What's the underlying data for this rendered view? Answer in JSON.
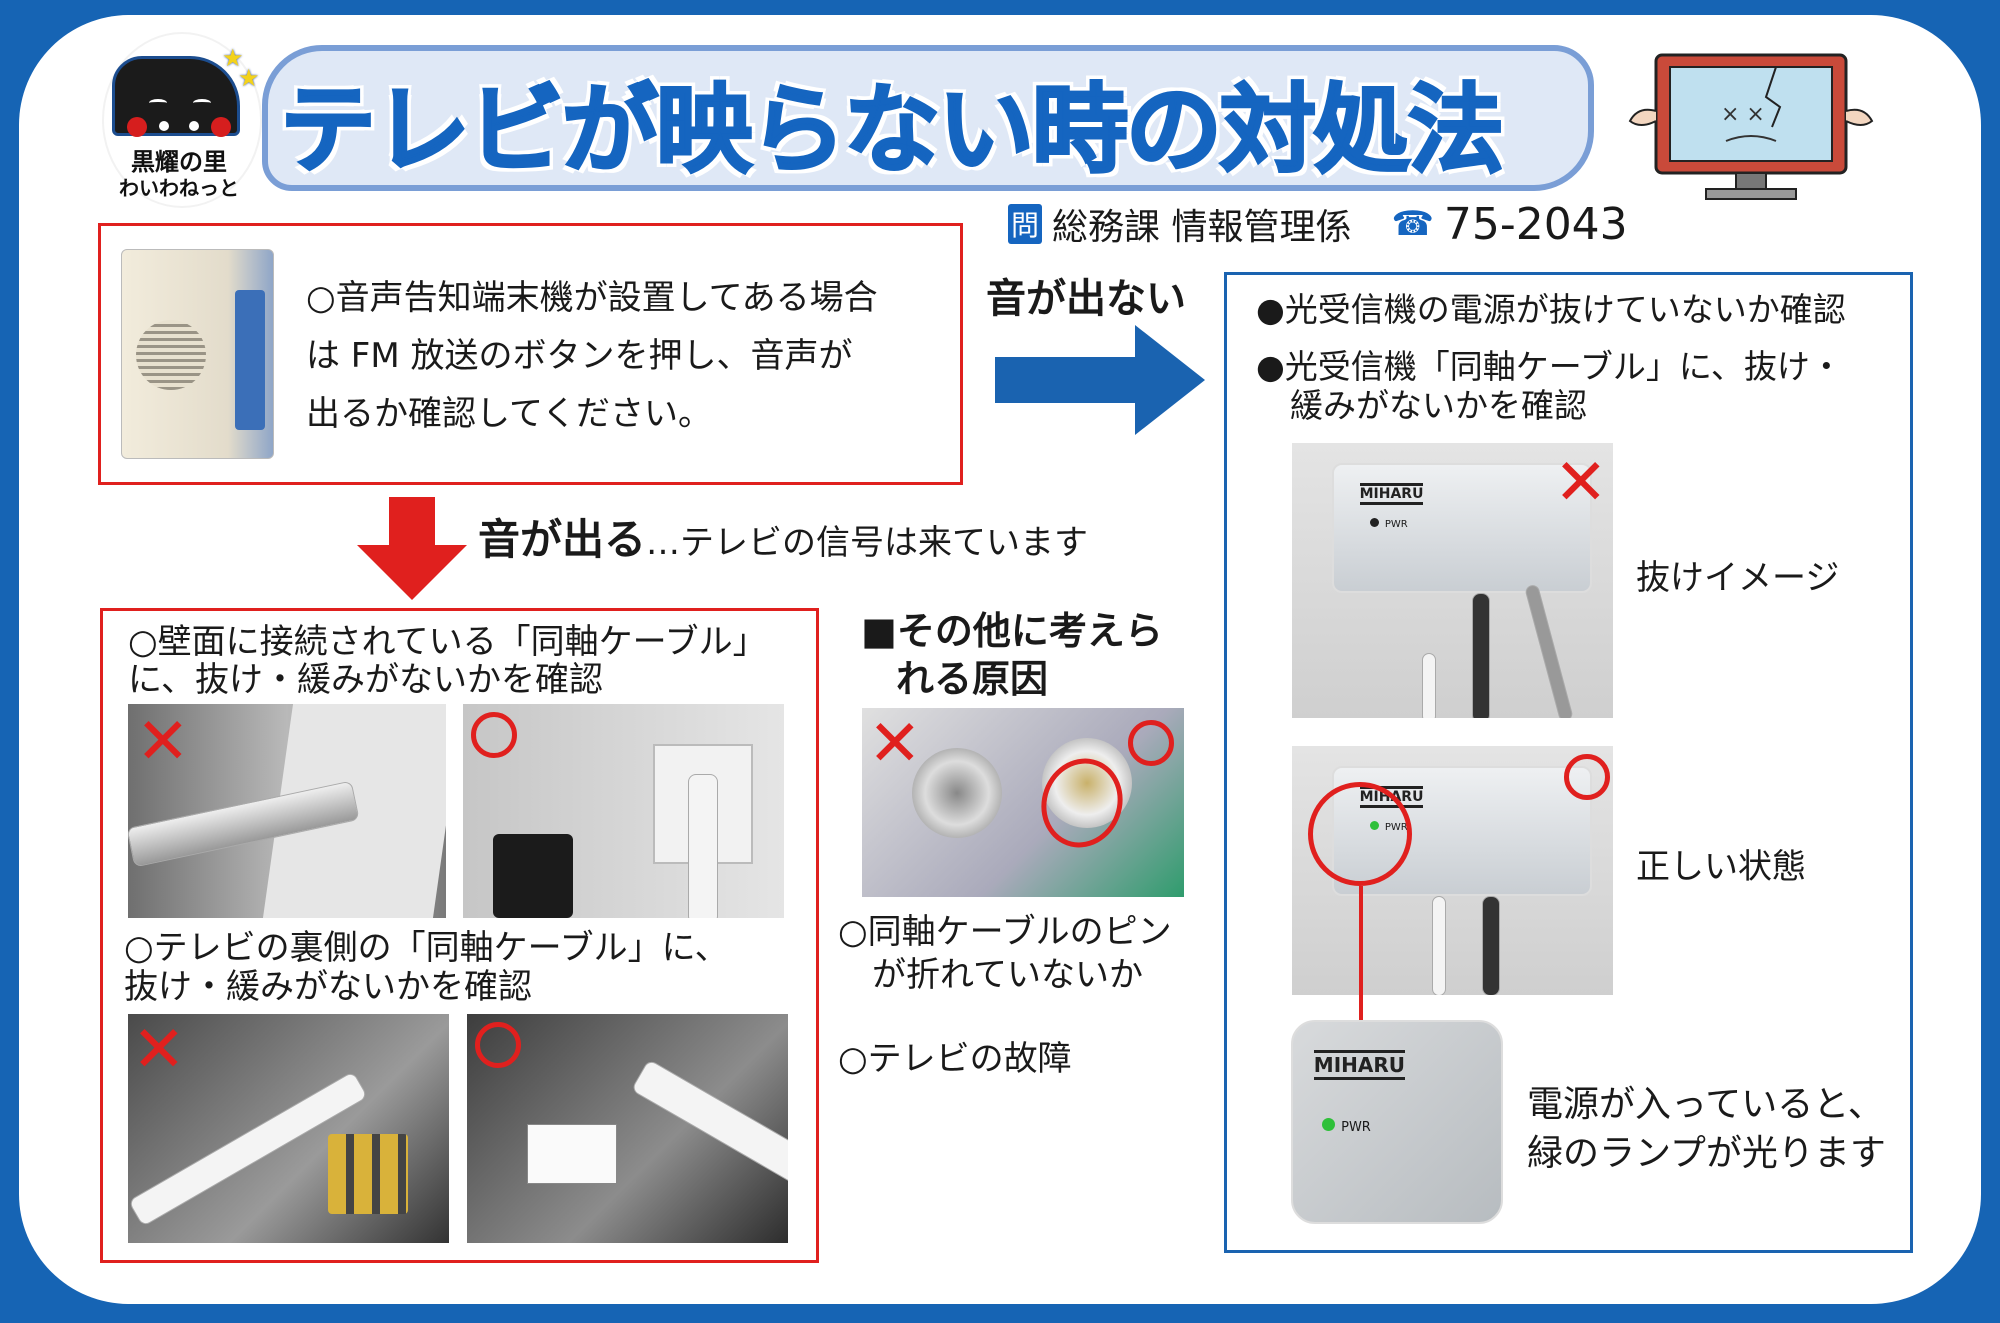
{
  "header": {
    "logo_text": [
      "黒耀の里",
      "わいわねっと"
    ],
    "title": "テレビが映らない時の対処法",
    "contact": {
      "icon": "question-box-icon",
      "icon_label": "問",
      "department": "総務課 情報管理係",
      "phone_icon": "telephone-icon",
      "phone": "75-2043"
    }
  },
  "sound_check": {
    "text": [
      "○音声告知端末機が設置してある場合",
      "は FM 放送のボタンを押し、音声が",
      "出るか確認してください。"
    ]
  },
  "no_sound": {
    "label": "音が出ない"
  },
  "sound_ok": {
    "label": "音が出る",
    "note": "…テレビの信号は来ています"
  },
  "cable_checks": {
    "wall": [
      "○壁面に接続されている「同軸ケーブル」",
      "に、抜け・緩みがないかを確認"
    ],
    "tv_back": [
      "○テレビの裏側の「同軸ケーブル」に、",
      "抜け・緩みがないかを確認"
    ]
  },
  "other_causes": {
    "heading": [
      "■その他に考えら",
      "れる原因"
    ],
    "pin": [
      "○同軸ケーブルのピン",
      "が折れていないか"
    ],
    "tv_failure": "○テレビの故障"
  },
  "receiver": {
    "checks": [
      "●光受信機の電源が抜けていないか確認",
      "●光受信機「同軸ケーブル」に、抜け・",
      "緩みがないかを確認"
    ],
    "unplugged_label": "抜けイメージ",
    "correct_label": "正しい状態",
    "lamp_note": [
      "電源が入っていると、",
      "緑のランプが光ります"
    ],
    "device_brand": "MIHARU",
    "device_led": "PWR"
  },
  "colors": {
    "blue": "#1664b4",
    "red": "#e0201e",
    "led_green": "#2fc03a"
  }
}
